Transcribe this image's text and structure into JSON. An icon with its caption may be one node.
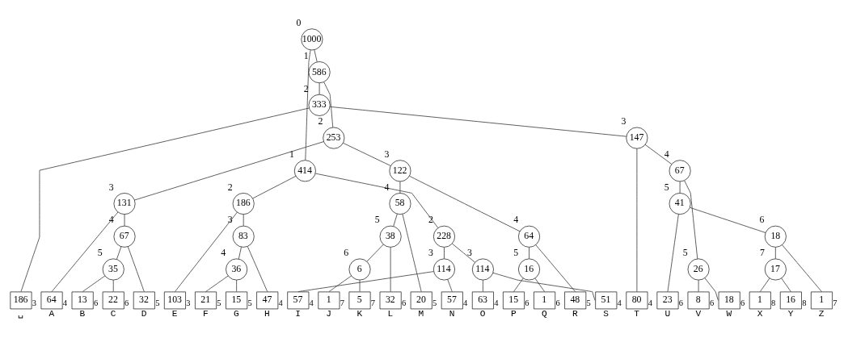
{
  "diagram": {
    "nodes": [
      {
        "text": [
          "1000"
        ],
        "beside": [
          "0"
        ]
      },
      {
        "text": [
          "586"
        ],
        "beside": [
          "1"
        ]
      },
      {
        "text": [
          "414"
        ],
        "beside": [
          "1"
        ]
      },
      {
        "text": [
          "333"
        ],
        "beside": [
          "2"
        ]
      },
      {
        "text": [
          "253"
        ],
        "beside": [
          "2"
        ]
      },
      {
        "text": [
          "186"
        ],
        "beside": [
          "2"
        ]
      },
      {
        "text": [
          "228"
        ],
        "beside": [
          "2"
        ]
      },
      {
        "text": [
          "131"
        ],
        "beside": [
          "3"
        ]
      },
      {
        "text": [
          "83"
        ],
        "beside": [
          "3"
        ]
      },
      {
        "text": [
          "114"
        ],
        "beside": [
          "3"
        ]
      },
      {
        "text": [
          "122"
        ],
        "beside": [
          "3"
        ]
      },
      {
        "text": [
          "114"
        ],
        "beside": [
          "3"
        ]
      },
      {
        "text": [
          "147"
        ],
        "beside": [
          "3"
        ]
      },
      {
        "text": [
          "67"
        ],
        "beside": [
          "4"
        ]
      },
      {
        "text": [
          "36"
        ],
        "beside": [
          "4"
        ]
      },
      {
        "text": [
          "58"
        ],
        "beside": [
          "4"
        ]
      },
      {
        "text": [
          "64"
        ],
        "beside": [
          "4"
        ]
      },
      {
        "text": [
          "67"
        ],
        "beside": [
          "4"
        ]
      },
      {
        "text": [
          "35"
        ],
        "beside": [
          "5"
        ]
      },
      {
        "text": [
          "38"
        ],
        "beside": [
          "5"
        ]
      },
      {
        "text": [
          "16"
        ],
        "beside": [
          "5"
        ]
      },
      {
        "text": [
          "41"
        ],
        "beside": [
          "5"
        ]
      },
      {
        "text": [
          "26"
        ],
        "beside": [
          "5"
        ]
      },
      {
        "text": [
          "6"
        ],
        "beside": [
          "6"
        ]
      },
      {
        "text": [
          "18"
        ],
        "beside": [
          "6"
        ]
      },
      {
        "text": [
          "17"
        ],
        "beside": [
          "7"
        ]
      },
      {
        "text": [
          "186"
        ],
        "beside": [
          "3",
          "␣"
        ]
      },
      {
        "text": [
          "64"
        ],
        "beside": [
          "4",
          "A"
        ]
      },
      {
        "text": [
          "13"
        ],
        "beside": [
          "6",
          "B"
        ]
      },
      {
        "text": [
          "22"
        ],
        "beside": [
          "6",
          "C"
        ]
      },
      {
        "text": [
          "32"
        ],
        "beside": [
          "5",
          "D"
        ]
      },
      {
        "text": [
          "103"
        ],
        "beside": [
          "3",
          "E"
        ]
      },
      {
        "text": [
          "21"
        ],
        "beside": [
          "5",
          "F"
        ]
      },
      {
        "text": [
          "15"
        ],
        "beside": [
          "5",
          "G"
        ]
      },
      {
        "text": [
          "47"
        ],
        "beside": [
          "4",
          "H"
        ]
      },
      {
        "text": [
          "57"
        ],
        "beside": [
          "4",
          "I"
        ]
      },
      {
        "text": [
          "1"
        ],
        "beside": [
          "7",
          "J"
        ]
      },
      {
        "text": [
          "5"
        ],
        "beside": [
          "7",
          "K"
        ]
      },
      {
        "text": [
          "32"
        ],
        "beside": [
          "6",
          "L"
        ]
      },
      {
        "text": [
          "20"
        ],
        "beside": [
          "5",
          "M"
        ]
      },
      {
        "text": [
          "57"
        ],
        "beside": [
          "4",
          "N"
        ]
      },
      {
        "text": [
          "63"
        ],
        "beside": [
          "4",
          "O"
        ]
      },
      {
        "text": [
          "15"
        ],
        "beside": [
          "6",
          "P"
        ]
      },
      {
        "text": [
          "1"
        ],
        "beside": [
          "6",
          "Q"
        ]
      },
      {
        "text": [
          "48"
        ],
        "beside": [
          "5",
          "R"
        ]
      },
      {
        "text": [
          "51"
        ],
        "beside": [
          "4",
          "S"
        ]
      },
      {
        "text": [
          "80"
        ],
        "beside": [
          "4",
          "T"
        ]
      },
      {
        "text": [
          "23"
        ],
        "beside": [
          "6",
          "U"
        ]
      },
      {
        "text": [
          "8"
        ],
        "beside": [
          "6",
          "V"
        ]
      },
      {
        "text": [
          "18"
        ],
        "beside": [
          "6",
          "W"
        ]
      },
      {
        "text": [
          "1"
        ],
        "beside": [
          "8",
          "X"
        ]
      },
      {
        "text": [
          "16"
        ],
        "beside": [
          "8",
          "Y"
        ]
      },
      {
        "text": [
          "1"
        ],
        "beside": [
          "7",
          "Z"
        ]
      }
    ],
    "edges": [
      {
        "from": 0,
        "to": 1,
        "arrow": "none"
      },
      {
        "from": 0,
        "to": 2,
        "arrow": "none"
      },
      {
        "from": 1,
        "to": 3,
        "arrow": "none"
      },
      {
        "from": 1,
        "to": 4,
        "arrow": "none"
      },
      {
        "from": 3,
        "to": 26,
        "arrow": "none"
      },
      {
        "from": 3,
        "to": 12,
        "arrow": "none"
      },
      {
        "from": 4,
        "to": 7,
        "arrow": "none"
      },
      {
        "from": 4,
        "to": 10,
        "arrow": "none"
      },
      {
        "from": 7,
        "to": 27,
        "arrow": "none"
      },
      {
        "from": 7,
        "to": 13,
        "arrow": "none"
      },
      {
        "from": 13,
        "to": 18,
        "arrow": "none"
      },
      {
        "from": 13,
        "to": 30,
        "arrow": "none"
      },
      {
        "from": 18,
        "to": 28,
        "arrow": "none"
      },
      {
        "from": 18,
        "to": 29,
        "arrow": "none"
      },
      {
        "from": 2,
        "to": 5,
        "arrow": "none"
      },
      {
        "from": 2,
        "to": 6,
        "arrow": "none"
      },
      {
        "from": 5,
        "to": 31,
        "arrow": "none"
      },
      {
        "from": 5,
        "to": 8,
        "arrow": "none"
      },
      {
        "from": 8,
        "to": 14,
        "arrow": "none"
      },
      {
        "from": 8,
        "to": 34,
        "arrow": "none"
      },
      {
        "from": 14,
        "to": 32,
        "arrow": "none"
      },
      {
        "from": 14,
        "to": 33,
        "arrow": "none"
      },
      {
        "from": 6,
        "to": 9,
        "arrow": "none"
      },
      {
        "from": 6,
        "to": 11,
        "arrow": "none"
      },
      {
        "from": 9,
        "to": 35,
        "arrow": "none"
      },
      {
        "from": 9,
        "to": 40,
        "arrow": "none"
      },
      {
        "from": 10,
        "to": 15,
        "arrow": "none"
      },
      {
        "from": 10,
        "to": 16,
        "arrow": "none"
      },
      {
        "from": 15,
        "to": 19,
        "arrow": "none"
      },
      {
        "from": 15,
        "to": 39,
        "arrow": "none"
      },
      {
        "from": 19,
        "to": 23,
        "arrow": "none"
      },
      {
        "from": 19,
        "to": 38,
        "arrow": "none"
      },
      {
        "from": 23,
        "to": 36,
        "arrow": "none"
      },
      {
        "from": 23,
        "to": 37,
        "arrow": "none"
      },
      {
        "from": 11,
        "to": 41,
        "arrow": "none"
      },
      {
        "from": 11,
        "to": 45,
        "arrow": "none"
      },
      {
        "from": 16,
        "to": 20,
        "arrow": "none"
      },
      {
        "from": 16,
        "to": 44,
        "arrow": "none"
      },
      {
        "from": 20,
        "to": 42,
        "arrow": "none"
      },
      {
        "from": 20,
        "to": 43,
        "arrow": "none"
      },
      {
        "from": 12,
        "to": 46,
        "arrow": "none"
      },
      {
        "from": 12,
        "to": 17,
        "arrow": "none"
      },
      {
        "from": 17,
        "to": 21,
        "arrow": "none"
      },
      {
        "from": 17,
        "to": 22,
        "arrow": "none"
      },
      {
        "from": 21,
        "to": 47,
        "arrow": "none"
      },
      {
        "from": 21,
        "to": 24,
        "arrow": "none"
      },
      {
        "from": 22,
        "to": 48,
        "arrow": "none"
      },
      {
        "from": 22,
        "to": 49,
        "arrow": "none"
      },
      {
        "from": 24,
        "to": 25,
        "arrow": "none"
      },
      {
        "from": 24,
        "to": 52,
        "arrow": "none"
      },
      {
        "from": 25,
        "to": 50,
        "arrow": "none"
      },
      {
        "from": 25,
        "to": 51,
        "arrow": "none"
      }
    ]
  }
}
